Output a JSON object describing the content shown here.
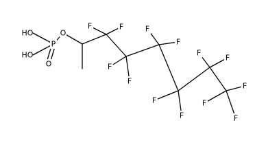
{
  "molecule": {
    "atoms": {
      "P": "P",
      "O1": "O",
      "OH_top": "HO",
      "OH_bottom": "HO",
      "O_double": "O",
      "F": "F"
    }
  },
  "colors": {
    "ink": "#000000",
    "background": "#ffffff"
  }
}
